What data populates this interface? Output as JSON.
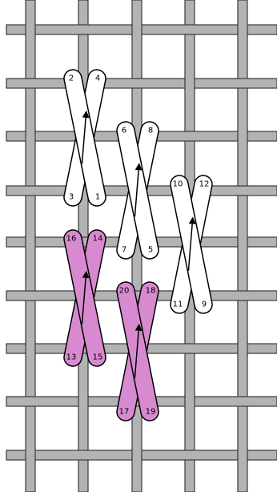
{
  "colors": {
    "background": "#ffffff",
    "canvas_thread": "#b3b3b3",
    "canvas_outline": "#3a3a3a",
    "stitch_white": "#ffffff",
    "stitch_pink": "#d88ad0",
    "stitch_outline": "#000000"
  },
  "stitches": [
    {
      "color": "white",
      "top_left": "2",
      "top_right": "4",
      "bottom_left": "3",
      "bottom_right": "1"
    },
    {
      "color": "white",
      "top_left": "6",
      "top_right": "8",
      "bottom_left": "7",
      "bottom_right": "5"
    },
    {
      "color": "white",
      "top_left": "10",
      "top_right": "12",
      "bottom_left": "11",
      "bottom_right": "9"
    },
    {
      "color": "pink",
      "top_left": "16",
      "top_right": "14",
      "bottom_left": "13",
      "bottom_right": "15"
    },
    {
      "color": "pink",
      "top_left": "20",
      "top_right": "18",
      "bottom_left": "17",
      "bottom_right": "19"
    }
  ]
}
